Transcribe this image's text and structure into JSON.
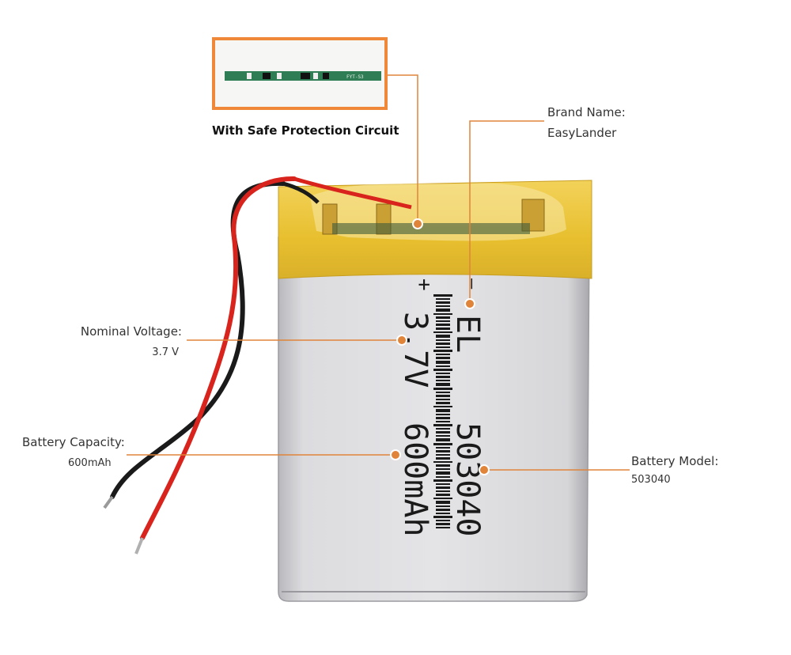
{
  "pcb": {
    "caption": "With Safe Protection Circuit",
    "board_text": "FYT-S3",
    "board_color": "#2f7d55"
  },
  "callouts": {
    "brand": {
      "label": "Brand Name:",
      "value": "EasyLander"
    },
    "voltage": {
      "label": "Nominal Voltage:",
      "value": "3.7 V"
    },
    "capacity": {
      "label": "Battery  Capacity:",
      "value": "600mAh"
    },
    "model": {
      "label": "Battery Model:",
      "value": "503040"
    }
  },
  "battery": {
    "print_plus": "+",
    "print_minus": "—",
    "print_voltage": "3.7V",
    "print_brand": "EL",
    "print_model": "503040",
    "print_capacity": "600mAh",
    "body_color": "#d9d9dc",
    "tape_color": "#e8c23a"
  },
  "colors": {
    "accent": "#e0843a",
    "wire_red": "#d8241c",
    "wire_black": "#1a1a1a"
  }
}
